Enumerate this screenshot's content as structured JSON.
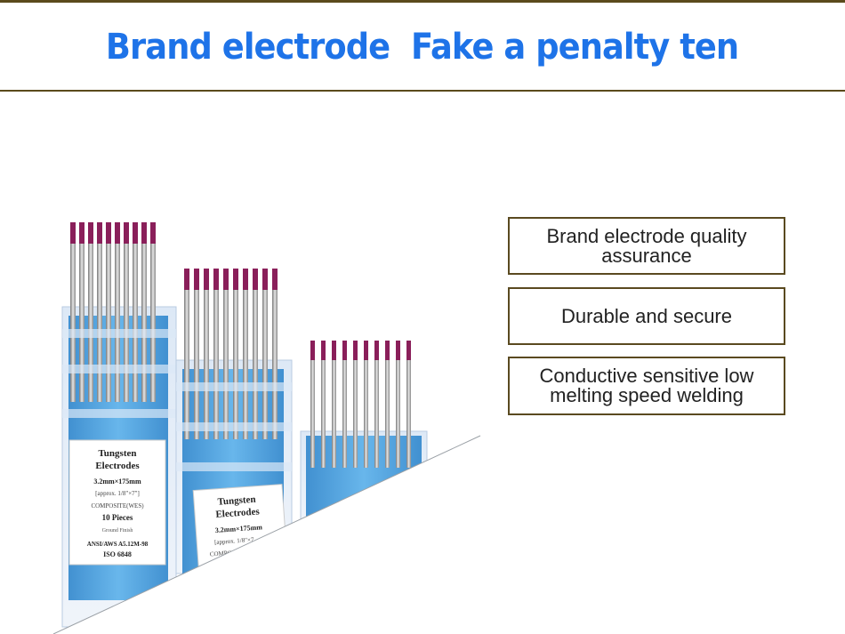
{
  "header": {
    "title": "Brand electrode  Fake a penalty ten"
  },
  "features": [
    {
      "text": "Brand electrode quality assurance"
    },
    {
      "text": "Durable and secure"
    },
    {
      "text": "Conductive sensitive low melting speed welding"
    }
  ],
  "product_labels": {
    "pack1": {
      "title_line1": "Tungsten",
      "title_line2": "Electrodes",
      "size": "3.2mm×175mm",
      "approx": "[approx. 1/8\"×7\"]",
      "type": "COMPOSITE(WES)",
      "count": "10 Pieces",
      "finish": "Ground Finish",
      "standard": "ANSI/AWS A5.12M-98",
      "iso": "ISO 6848"
    },
    "pack2": {
      "title_line1": "Tungsten",
      "title_line2": "Electrodes",
      "size": "3.2mm×175mm",
      "approx": "[approx. 1/8\"×7",
      "type": "COMPO"
    }
  },
  "colors": {
    "title": "#1e73e8",
    "frame": "#5a4a20",
    "tip": "#8a1f5a",
    "tray": "#4aa3e0"
  }
}
